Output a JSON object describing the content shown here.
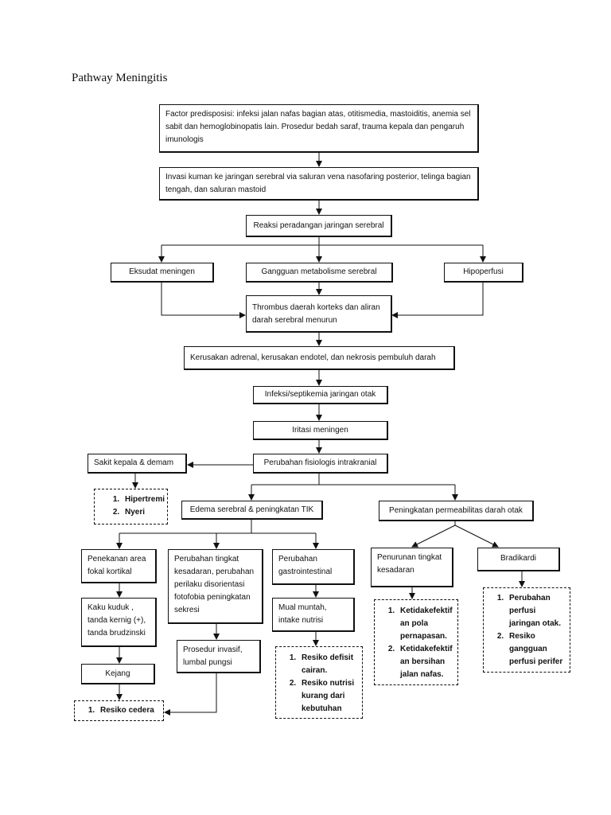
{
  "title": "Pathway Meningitis",
  "nodes": {
    "predisposisi": "Factor predisposisi: infeksi jalan nafas bagian atas, otitismedia, mastoiditis, anemia sel sabit dan hemoglobinopatis lain. Prosedur bedah saraf, trauma kepala dan pengaruh imunologis",
    "invasi": "Invasi kuman ke jaringan serebral via saluran vena nasofaring posterior, telinga bagian tengah, dan saluran mastoid",
    "reaksi": "Reaksi peradangan jaringan serebral",
    "eksudat": "Eksudat meningen",
    "gangguan_metabolisme": "Gangguan metabolisme serebral",
    "hipoperfusi": "Hipoperfusi",
    "thrombus": "Thrombus daerah korteks dan aliran darah serebral menurun",
    "kerusakan": "Kerusakan adrenal, kerusakan endotel, dan nekrosis pembuluh darah",
    "infeksi": "Infeksi/septikemia jaringan otak",
    "iritasi": "Iritasi meningen",
    "perubahan_fisiologis": "Perubahan fisiologis intrakranial",
    "sakit_kepala": "Sakit kepala & demam",
    "edema": "Edema serebral & peningkatan TIK",
    "permeabilitas": "Peningkatan permeabilitas darah otak",
    "penekanan": "Penekanan area fokal kortikal",
    "perubahan_kesadaran": "Perubahan tingkat kesadaran, perubahan perilaku disorientasi fotofobia peningkatan sekresi",
    "gastrointestinal": "Perubahan gastrointestinal",
    "penurunan_kesadaran": "Penurunan tingkat kesadaran",
    "bradikardi": "Bradikardi",
    "kaku_kuduk": "Kaku kuduk , tanda kernig (+), tanda brudzinski",
    "mual": "Mual muntah, intake nutrisi",
    "prosedur": "Prosedur invasif, lumbal pungsi",
    "kejang": "Kejang"
  },
  "diagnoses": {
    "nyeri_group": [
      "Hipertremi",
      "Nyeri"
    ],
    "cedera_group": [
      "Resiko cedera"
    ],
    "nutrisi_group": [
      "Resiko defisit cairan.",
      "Resiko nutrisi kurang dari kebutuhan"
    ],
    "napas_group": [
      "Ketidakefektif an pola pernapasan.",
      "Ketidakefektif an bersihan jalan nafas."
    ],
    "perfusi_group": [
      "Perubahan perfusi jaringan otak.",
      "Resiko gangguan perfusi perifer"
    ]
  }
}
